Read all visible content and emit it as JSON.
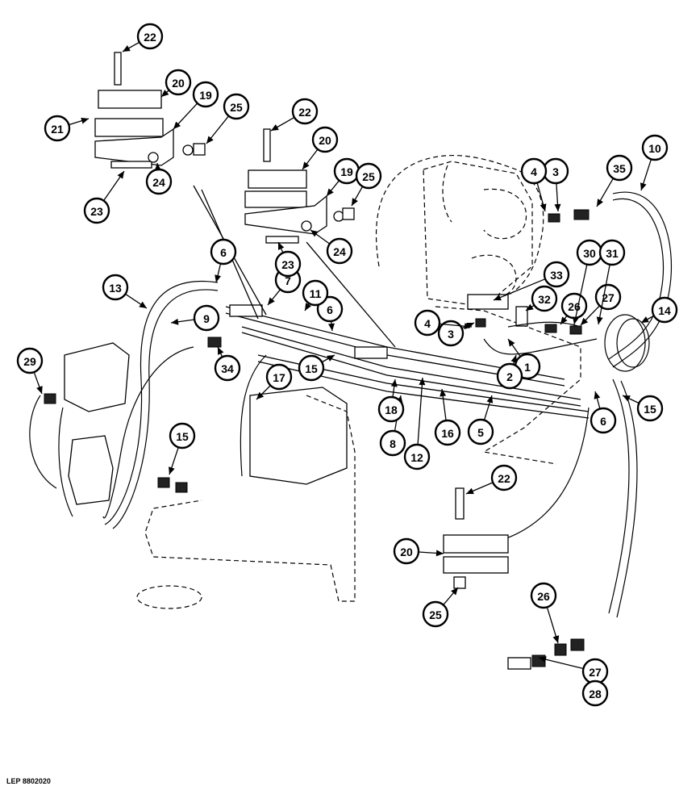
{
  "figure": {
    "reference": "LEP 8802020"
  },
  "callouts": [
    {
      "id": "c1",
      "label": "1"
    },
    {
      "id": "c2",
      "label": "2"
    },
    {
      "id": "c3a",
      "label": "3"
    },
    {
      "id": "c3b",
      "label": "3"
    },
    {
      "id": "c4a",
      "label": "4"
    },
    {
      "id": "c4b",
      "label": "4"
    },
    {
      "id": "c5",
      "label": "5"
    },
    {
      "id": "c6a",
      "label": "6"
    },
    {
      "id": "c6b",
      "label": "6"
    },
    {
      "id": "c6c",
      "label": "6"
    },
    {
      "id": "c7",
      "label": "7"
    },
    {
      "id": "c8",
      "label": "8"
    },
    {
      "id": "c9",
      "label": "9"
    },
    {
      "id": "c10",
      "label": "10"
    },
    {
      "id": "c11",
      "label": "11"
    },
    {
      "id": "c12",
      "label": "12"
    },
    {
      "id": "c13",
      "label": "13"
    },
    {
      "id": "c14",
      "label": "14"
    },
    {
      "id": "c15a",
      "label": "15"
    },
    {
      "id": "c15b",
      "label": "15"
    },
    {
      "id": "c15c",
      "label": "15"
    },
    {
      "id": "c16",
      "label": "16"
    },
    {
      "id": "c17",
      "label": "17"
    },
    {
      "id": "c18",
      "label": "18"
    },
    {
      "id": "c19a",
      "label": "19"
    },
    {
      "id": "c19b",
      "label": "19"
    },
    {
      "id": "c20a",
      "label": "20"
    },
    {
      "id": "c20b",
      "label": "20"
    },
    {
      "id": "c20c",
      "label": "20"
    },
    {
      "id": "c21",
      "label": "21"
    },
    {
      "id": "c22a",
      "label": "22"
    },
    {
      "id": "c22b",
      "label": "22"
    },
    {
      "id": "c22c",
      "label": "22"
    },
    {
      "id": "c23a",
      "label": "23"
    },
    {
      "id": "c23b",
      "label": "23"
    },
    {
      "id": "c24a",
      "label": "24"
    },
    {
      "id": "c24b",
      "label": "24"
    },
    {
      "id": "c25a",
      "label": "25"
    },
    {
      "id": "c25b",
      "label": "25"
    },
    {
      "id": "c25c",
      "label": "25"
    },
    {
      "id": "c26a",
      "label": "26"
    },
    {
      "id": "c26b",
      "label": "26"
    },
    {
      "id": "c27a",
      "label": "27"
    },
    {
      "id": "c27b",
      "label": "27"
    },
    {
      "id": "c28",
      "label": "28"
    },
    {
      "id": "c29",
      "label": "29"
    },
    {
      "id": "c30",
      "label": "30"
    },
    {
      "id": "c31",
      "label": "31"
    },
    {
      "id": "c32",
      "label": "32"
    },
    {
      "id": "c33",
      "label": "33"
    },
    {
      "id": "c34",
      "label": "34"
    },
    {
      "id": "c35",
      "label": "35"
    }
  ]
}
